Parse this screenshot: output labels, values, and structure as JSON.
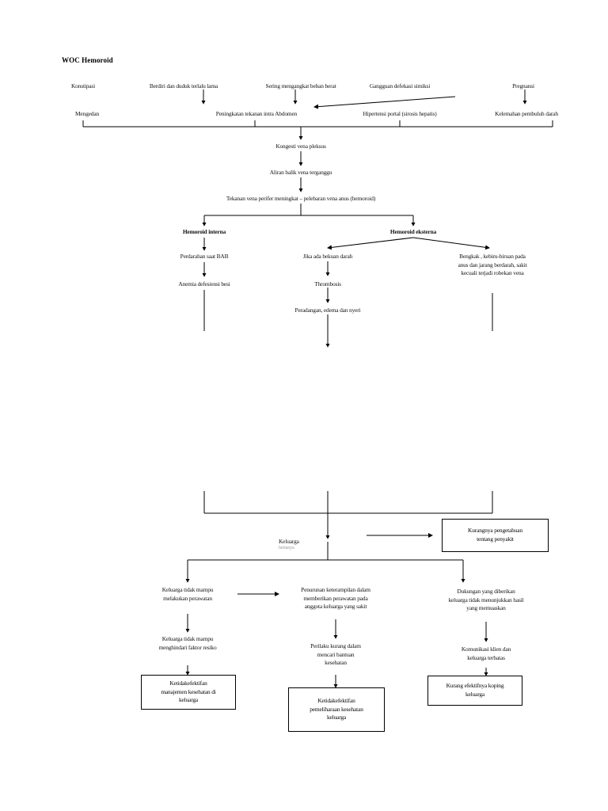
{
  "document": {
    "title": "WOC Hemoroid"
  },
  "nodes": {
    "row1": [
      {
        "label": "Konstipasi"
      },
      {
        "label": "Berdiri dan duduk terlalu lama"
      },
      {
        "label": "Sering mengangkat beban berat"
      },
      {
        "label": "Gangguan defekasi simiksi"
      },
      {
        "label": "Pregnansi"
      }
    ],
    "row2": [
      {
        "label": "Mengedan"
      },
      {
        "label": "Peningkatan tekanan intra Abdomen"
      },
      {
        "label": "Hipertensi portal (sirosis hepatis)"
      },
      {
        "label": "Kelemahan pembuluh darah"
      }
    ],
    "chain": [
      {
        "label": "Kongesti vena pleksus"
      },
      {
        "label": "Aliran balik vena terganggu"
      },
      {
        "label": "Tekanan vena perifer meningkat – pelebaran vena anus (hemoroid)"
      }
    ],
    "branches": [
      {
        "label": "Hemoroid interna"
      },
      {
        "label": "Hemoroid eksterna"
      }
    ],
    "interna": [
      {
        "label": "Perdarahan saat BAB"
      },
      {
        "label": "Anemia defesiensi besi"
      }
    ],
    "eksterna_mid": [
      {
        "label": "Jika ada bekuan darah"
      },
      {
        "label": "Thrombosis"
      },
      {
        "label": "Peradangan, edema dan nyeri"
      }
    ],
    "eksterna_right": [
      {
        "label": "Bengkak , kebiru-biruan pada\nanus dan jarang berdarah, sakit\nkecuali terjadi robekan vena"
      }
    ],
    "family": {
      "hub_label": "Keluarga",
      "hub_sub_label": "bertanya",
      "knowledge_box": "Kurangnya pengetahuan\ntentang penyakit",
      "col_left": [
        {
          "label": "Keluarga tidak mampu\nmelakukan perawatan"
        },
        {
          "label": "Keluarga tidak mampu\nmenghindari faktor resiko"
        }
      ],
      "col_mid": [
        {
          "label": "Penurunan keterampilan dalam\nmemberikan perawatan pada\nanggota keluarga yang sakit"
        },
        {
          "label": "Perilaku kurang dalam\nmencari bantuan\nkesehatan"
        }
      ],
      "col_right": [
        {
          "label": "Dukungan yang diberikan\nkeluarga tidak menunjukkan hasil\nyang memuaskan"
        },
        {
          "label": "Komunikasi klien dan\nkeluarga terbatas"
        }
      ],
      "outcome_boxes": [
        {
          "label": "Ketidakefektifan\nmanajemen kesehatan di\nkeluarga"
        },
        {
          "label": "Ketidakefektifan\npemeliharaan kesehatan\nkeluarga"
        },
        {
          "label": "Kurang efektifnya koping\nkeluarga"
        }
      ]
    }
  },
  "colors": {
    "line": "#000000",
    "text": "#111111",
    "background": "#ffffff"
  }
}
